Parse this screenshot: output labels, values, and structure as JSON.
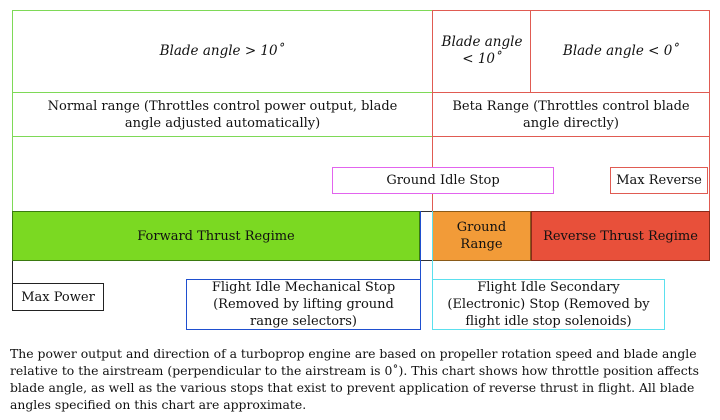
{
  "colors": {
    "forward": "#7bd922",
    "ground": "#f29b38",
    "reverse": "#e8503a",
    "green_outline": "#7ed957",
    "red_outline": "#e05b52",
    "magenta_outline": "#e264ee",
    "blue_outline": "#1f4fcf",
    "cyan_outline": "#5be0ee"
  },
  "labels": {
    "blade_gt_10": "Blade angle > 10˚",
    "blade_lt_10": "Blade angle < 10˚",
    "blade_lt_0": "Blade angle < 0˚",
    "normal_range": "Normal range (Throttles control power output, blade angle adjusted automatically)",
    "beta_range": "Beta Range (Throttles control blade angle directly)",
    "ground_idle_stop": "Ground Idle Stop",
    "max_reverse": "Max Reverse",
    "forward_thrust": "Forward Thrust Regime",
    "ground_range": "Ground Range",
    "reverse_thrust": "Reverse Thrust Regime",
    "max_power": "Max Power",
    "flight_idle_mechanical": "Flight Idle Mechanical Stop (Removed by lifting ground range selectors)",
    "flight_idle_secondary": "Flight Idle Secondary (Electronic) Stop (Removed by flight idle stop solenoids)"
  },
  "caption": "The power output and direction of a turboprop engine are based on propeller rotation speed and blade angle relative to the airstream (perpendicular to the airstream is 0˚). This chart shows how throttle position affects blade angle, as well as the various stops that exist to prevent application of reverse thrust in flight. All blade angles specified on this chart are approximate."
}
